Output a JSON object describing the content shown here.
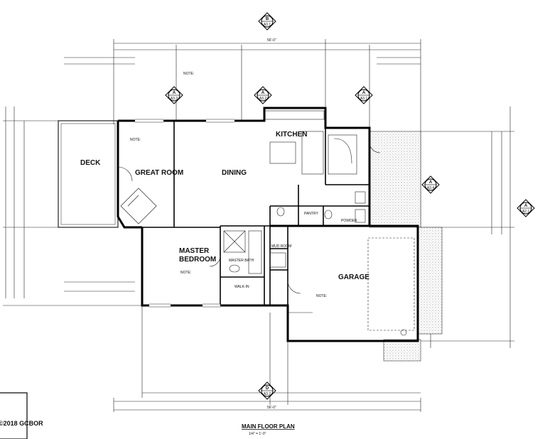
{
  "drawing": {
    "title": "MAIN FLOOR PLAN",
    "scale": "1/4\" = 1'-0\"",
    "copyright": "©2018 GCBOR"
  },
  "rooms": {
    "deck": "DECK",
    "great_room": "GREAT ROOM",
    "dining": "DINING",
    "kitchen": "KITCHEN",
    "master_bedroom_1": "MASTER",
    "master_bedroom_2": "BEDROOM",
    "master_bath": "MASTER BATH",
    "mud_room": "MUD ROOM",
    "pantry": "PANTRY",
    "powder": "POWDER",
    "garage": "GARAGE",
    "walk_in": "WALK-IN"
  },
  "notes": {
    "note_label": "NOTE:"
  },
  "section_markers": [
    {
      "letter": "B",
      "sheet": "A3.1"
    },
    {
      "letter": "A",
      "sheet": "A3.3"
    },
    {
      "letter": "A",
      "sheet": "A3.2"
    },
    {
      "letter": "A",
      "sheet": "A3.1"
    },
    {
      "letter": "A",
      "sheet": "A3.4"
    },
    {
      "letter": "A",
      "sheet": "A2.1"
    },
    {
      "letter": "D",
      "sheet": "A3.2"
    }
  ],
  "dimensions": {
    "top_overall": "56'-0\"",
    "bottom_overall": "56'-0\""
  }
}
